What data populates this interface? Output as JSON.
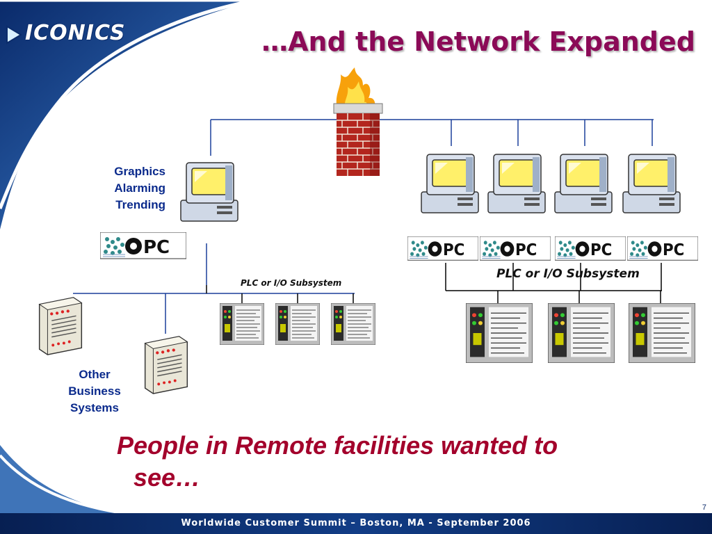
{
  "slide": {
    "title": "…And the Network Expanded",
    "logo_text": "ICONICS",
    "page_number": "7",
    "footer": "Worldwide Customer Summit – Boston, MA - September 2006"
  },
  "diagram": {
    "left_workstation_labels": [
      "Graphics",
      "Alarming",
      "Trending"
    ],
    "business_systems_labels": [
      "Other",
      "Business",
      "Systems"
    ],
    "left_subsystem_label": "PLC or I/O Subsystem",
    "right_subsystem_label": "PLC or I/O Subsystem",
    "opc_badge_text": "OPC",
    "plc_caption": "PLC"
  },
  "body": {
    "line1": "People in Remote facilities wanted to",
    "line2": "see…"
  },
  "colors": {
    "title": "#8b0a57",
    "body_text": "#a3002b",
    "label_blue": "#0a2a8c",
    "footer_bar": "#0b2c6b",
    "network_line": "#1a3f9a"
  },
  "icons": [
    "firewall-icon",
    "computer-icon",
    "opc-logo-icon",
    "plc-rack-icon",
    "server-icon"
  ]
}
